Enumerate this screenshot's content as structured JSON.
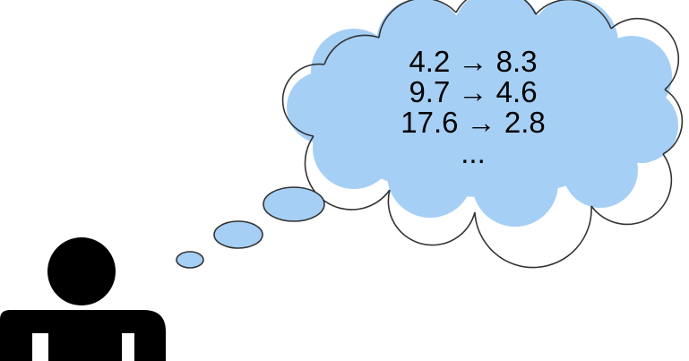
{
  "thought": {
    "lines": [
      {
        "from": "4.2",
        "arrow": "→",
        "to": "8.3"
      },
      {
        "from": "9.7",
        "arrow": "→",
        "to": "4.6"
      },
      {
        "from": "17.6",
        "arrow": "→",
        "to": "2.8"
      }
    ],
    "ellipsis": "...",
    "cloud_color": "#a6cff5"
  },
  "figure": {
    "icon": "person-silhouette-icon",
    "color": "#000000"
  }
}
